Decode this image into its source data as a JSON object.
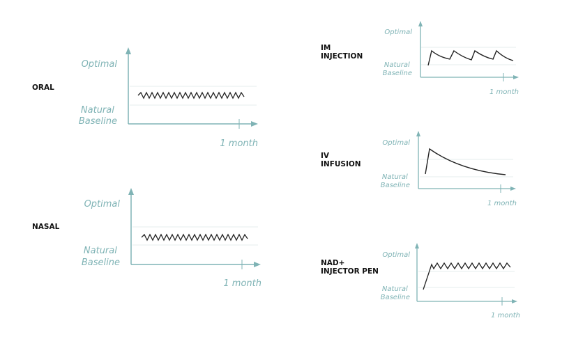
{
  "colors": {
    "axis": "#7fb3b5",
    "guide": "#e4ecec",
    "curve": "#222222",
    "label_text": "#7fb3b5"
  },
  "panels": [
    {
      "id": "oral",
      "route_label": "ORAL",
      "label_optimal": "Optimal",
      "label_baseline": "Natural\nBaseline",
      "label_time": "1 month",
      "curve_type": "steady-zigzag"
    },
    {
      "id": "nasal",
      "route_label": "NASAL",
      "label_optimal": "Optimal",
      "label_baseline": "Natural\nBaseline",
      "label_time": "1 month",
      "curve_type": "steady-zigzag"
    },
    {
      "id": "im",
      "route_label": "IM\nINJECTION",
      "label_optimal": "Optimal",
      "label_baseline": "Natural\nBaseline",
      "label_time": "1 month",
      "curve_type": "sawtooth-peaks"
    },
    {
      "id": "iv",
      "route_label": "IV\nINFUSION",
      "label_optimal": "Optimal",
      "label_baseline": "Natural\nBaseline",
      "label_time": "1 month",
      "curve_type": "spike-decay"
    },
    {
      "id": "pen",
      "route_label": "NAD+\nINJECTOR PEN",
      "label_optimal": "Optimal",
      "label_baseline": "Natural\nBaseline",
      "label_time": "1 month",
      "curve_type": "rise-then-zigzag"
    }
  ]
}
